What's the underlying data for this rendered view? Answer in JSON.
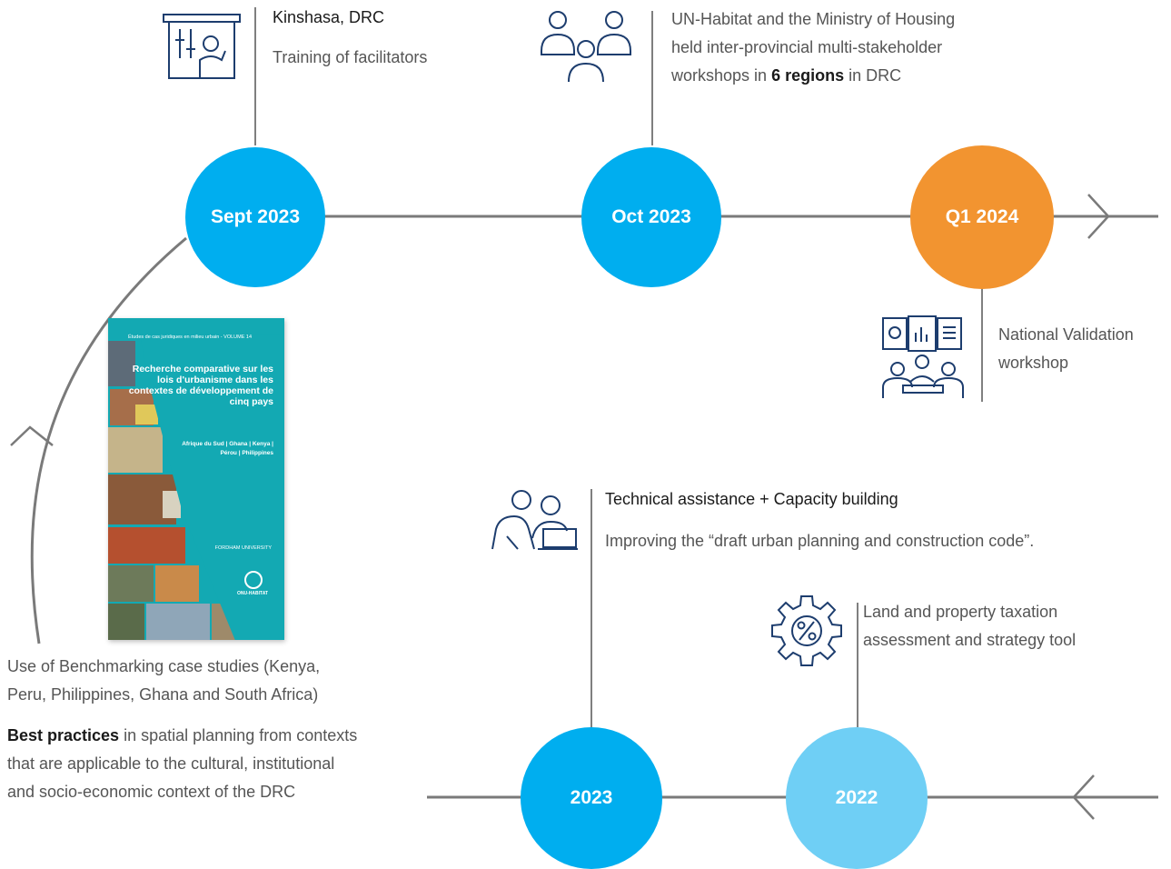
{
  "colors": {
    "blue": "#00aeef",
    "orange": "#f29430",
    "light_blue": "#6fcff5",
    "line": "#7a7a7a",
    "icon": "#1d3d6e"
  },
  "nodes": {
    "sept2023": "Sept 2023",
    "oct2023": "Oct 2023",
    "q12024": "Q1 2024",
    "y2023": "2023",
    "y2022": "2022"
  },
  "kinshasa": {
    "title": "Kinshasa, DRC",
    "text": "Training of facilitators"
  },
  "workshops": {
    "line1": "UN-Habitat and the Ministry of Housing",
    "line2": "held inter-provincial multi-stakeholder",
    "line3_pre": "workshops in",
    "line3_bold": "6 regions",
    "line3_post": "in DRC"
  },
  "validation": {
    "line1": "National Validation",
    "line2": "workshop"
  },
  "technical": {
    "title": "Technical assistance + Capacity building",
    "text": "Improving the “draft urban planning and construction code”."
  },
  "land": {
    "line1": "Land and property taxation",
    "line2": "assessment and strategy tool"
  },
  "benchmark": {
    "line1": "Use of Benchmarking case studies (Kenya,",
    "line2": "Peru, Philippines, Ghana and South Africa)",
    "bp_bold": "Best practices",
    "bp_line1_rest": "in spatial planning from contexts",
    "bp_line2": "that are applicable to the cultural, institutional",
    "bp_line3": "and socio-economic context of the DRC"
  },
  "book": {
    "series": "Études de cas juridiques en milieu urbain - VOLUME 14",
    "title": "Recherche comparative sur les lois d'urbanisme dans les contextes de développement de cinq pays",
    "countries": "Afrique du Sud | Ghana | Kenya | Pérou | Philippines",
    "publisher1": "FORDHAM UNIVERSITY",
    "publisher2": "ONU-HABITAT"
  },
  "icons": [
    "presentation-icon",
    "meeting-icon",
    "conference-screen-icon",
    "collaboration-icon",
    "gear-percent-icon",
    "arrow-right-icon",
    "arrow-left-icon",
    "arrow-up-icon"
  ]
}
